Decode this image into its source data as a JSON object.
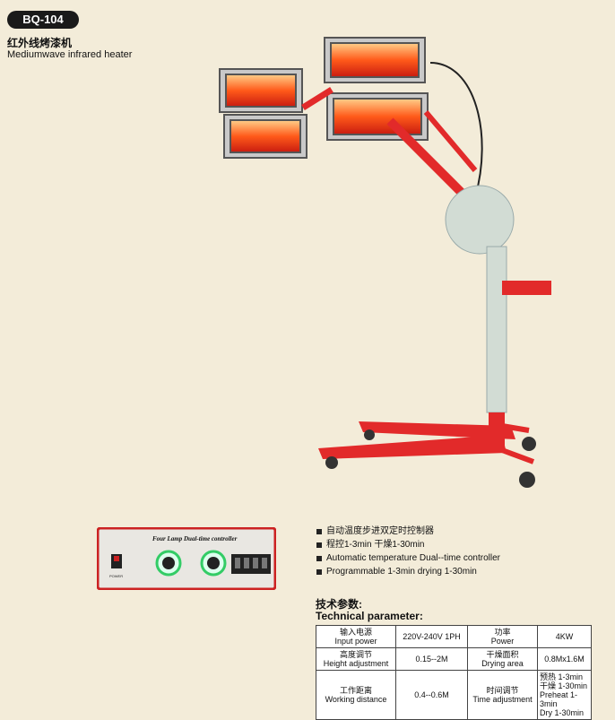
{
  "header": {
    "model": "BQ-104",
    "title_zh": "红外线烤漆机",
    "title_en": "Mediumwave infrared heater"
  },
  "controller_panel": {
    "title": "Four Lamp Dual-time controller",
    "power_label": "POWER"
  },
  "features": [
    "自动温度步进双定时控制器",
    "程控1-3min    干燥1-30min",
    "Automatic temperature Dual--time controller",
    "Programmable 1-3min drying 1-30min"
  ],
  "tech": {
    "title_zh": "技术参数:",
    "title_en": "Technical parameter:"
  },
  "specs": {
    "rows": [
      {
        "label_zh": "输入电源",
        "label_en": "Input power",
        "value": "220V-240V 1PH",
        "label2_zh": "功率",
        "label2_en": "Power",
        "value2": [
          "4KW"
        ]
      },
      {
        "label_zh": "高度调节",
        "label_en": "Height adjustment",
        "value": "0.15--2M",
        "label2_zh": "干燥面积",
        "label2_en": "Drying area",
        "value2": [
          "0.8Mx1.6M"
        ]
      },
      {
        "label_zh": "工作距离",
        "label_en": "Working distance",
        "value": "0.4--0.6M",
        "label2_zh": "时间调节",
        "label2_en": "Time adjustment",
        "value2": [
          "预热 1-3min",
          "干燥 1-30min",
          "Preheat 1-3min",
          "Dry 1-30min"
        ]
      }
    ]
  },
  "colors": {
    "frame_red": "#e22a2a",
    "lamp_glow": "#ff7a2a",
    "pole_gray": "#d2dcd4",
    "page_bg": "#f3ecd9"
  }
}
